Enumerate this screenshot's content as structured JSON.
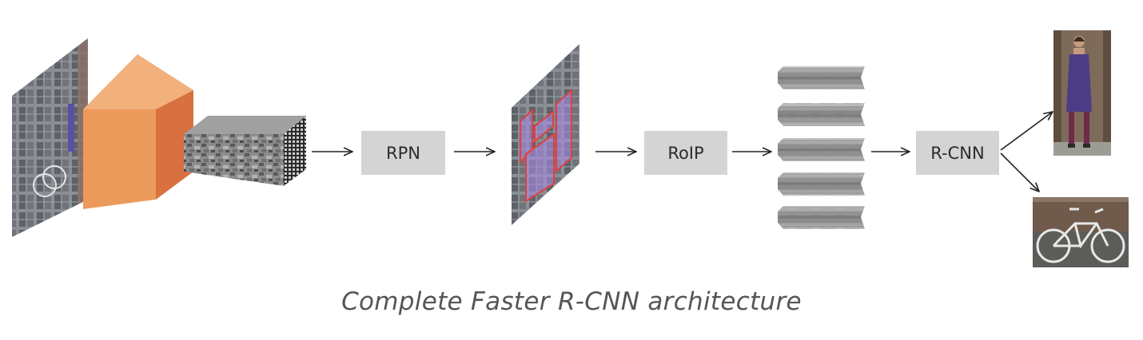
{
  "diagram": {
    "stages": [
      {
        "id": "rpn",
        "label": "RPN"
      },
      {
        "id": "roip",
        "label": "RoIP"
      },
      {
        "id": "rcnn",
        "label": "R-CNN"
      }
    ],
    "caption": "Complete Faster R-CNN architecture",
    "colors": {
      "box_fill": "#d4d4d4",
      "box_text": "#2b2b2b",
      "arrow": "#222222",
      "conv_front": "#ec9a5c",
      "conv_top": "#f2b07c",
      "conv_side": "#d8703f",
      "proposal_box": "#e04040",
      "proposal_fill": "#a58be0",
      "caption": "#555555"
    },
    "outputs": [
      "person-crop",
      "bicycle-crop"
    ]
  }
}
